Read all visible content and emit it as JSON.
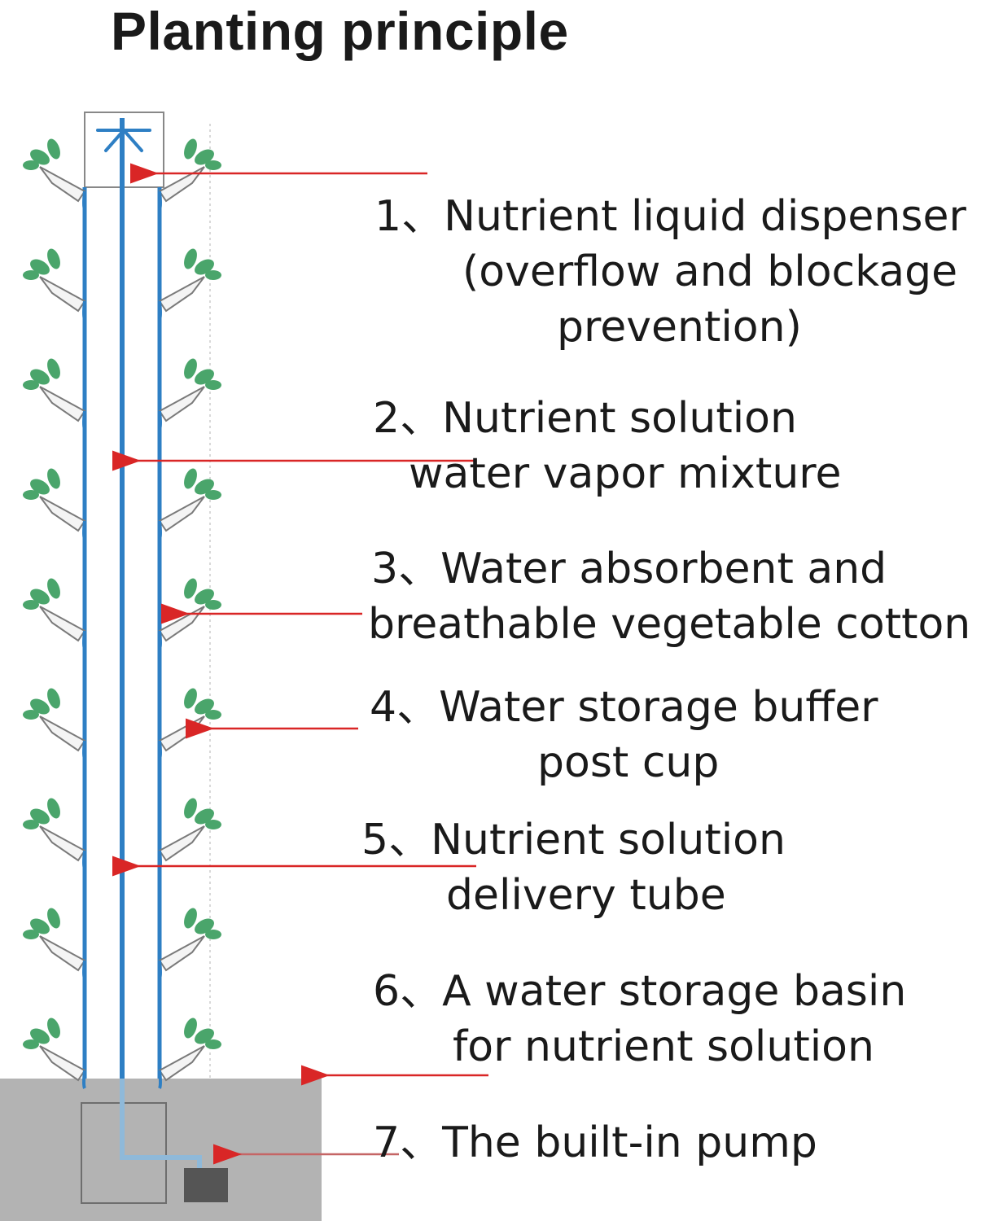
{
  "title": "Planting principle",
  "colors": {
    "tube": "#2e7fc4",
    "arrow": "#d92626",
    "leaf": "#4aa56b",
    "basin": "#b3b3b3",
    "pump": "#555555"
  },
  "labels": [
    {
      "lines": [
        "1、Nutrient liquid dispenser",
        "(overflow and blockage",
        "prevention)"
      ]
    },
    {
      "lines": [
        "2、Nutrient solution",
        "water vapor mixture"
      ]
    },
    {
      "lines": [
        "3、Water absorbent and",
        "breathable vegetable cotton"
      ]
    },
    {
      "lines": [
        "4、Water storage buffer",
        "post cup"
      ]
    },
    {
      "lines": [
        "5、Nutrient solution",
        "delivery tube"
      ]
    },
    {
      "lines": [
        "6、A water storage basin",
        "for nutrient solution"
      ]
    },
    {
      "lines": [
        "7、The built-in pump"
      ]
    }
  ]
}
